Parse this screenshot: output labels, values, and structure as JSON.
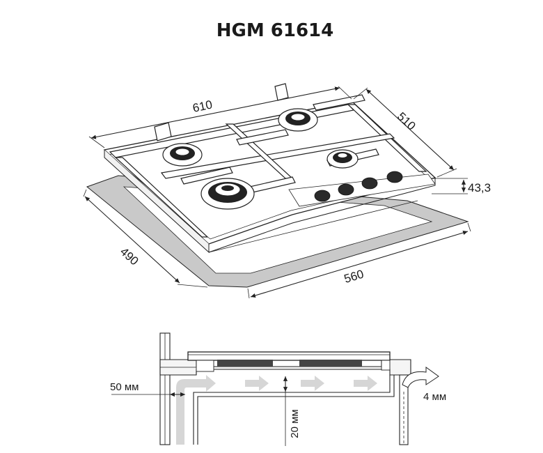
{
  "title": "HGM 61614",
  "dimensions": {
    "width": "610",
    "depth": "510",
    "height": "43,3",
    "cutout_depth": "490",
    "cutout_width": "560"
  },
  "installation": {
    "side_gap": "50 мм",
    "vertical_gap": "20 мм",
    "air_gap": "4 мм"
  },
  "colors": {
    "cutout_fill": "#c9c9c9",
    "airflow_arrow": "#d6d6d6",
    "line": "#222222"
  }
}
